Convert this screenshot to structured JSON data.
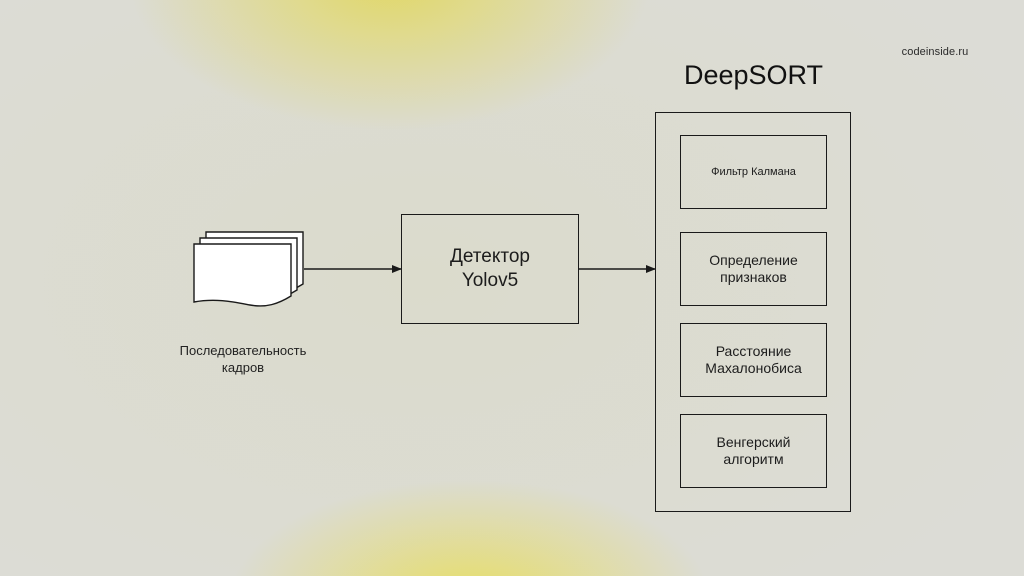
{
  "watermark": "codeinside.ru",
  "deepsort": {
    "title": "DeepSORT",
    "modules": [
      {
        "label": "Фильтр Калмана"
      },
      {
        "label": "Определение\nпризнаков"
      },
      {
        "label": "Расстояние\nМахалонобиса"
      },
      {
        "label": "Венгерский\nалгоритм"
      }
    ]
  },
  "detector": {
    "label": "Детектор\nYolov5"
  },
  "frames": {
    "label": "Последовательность\nкадров",
    "icon": "documents-stack-icon"
  },
  "colors": {
    "stroke": "#1a1a1a",
    "highlight": "#e2d860",
    "background": "#dcdcd6"
  }
}
